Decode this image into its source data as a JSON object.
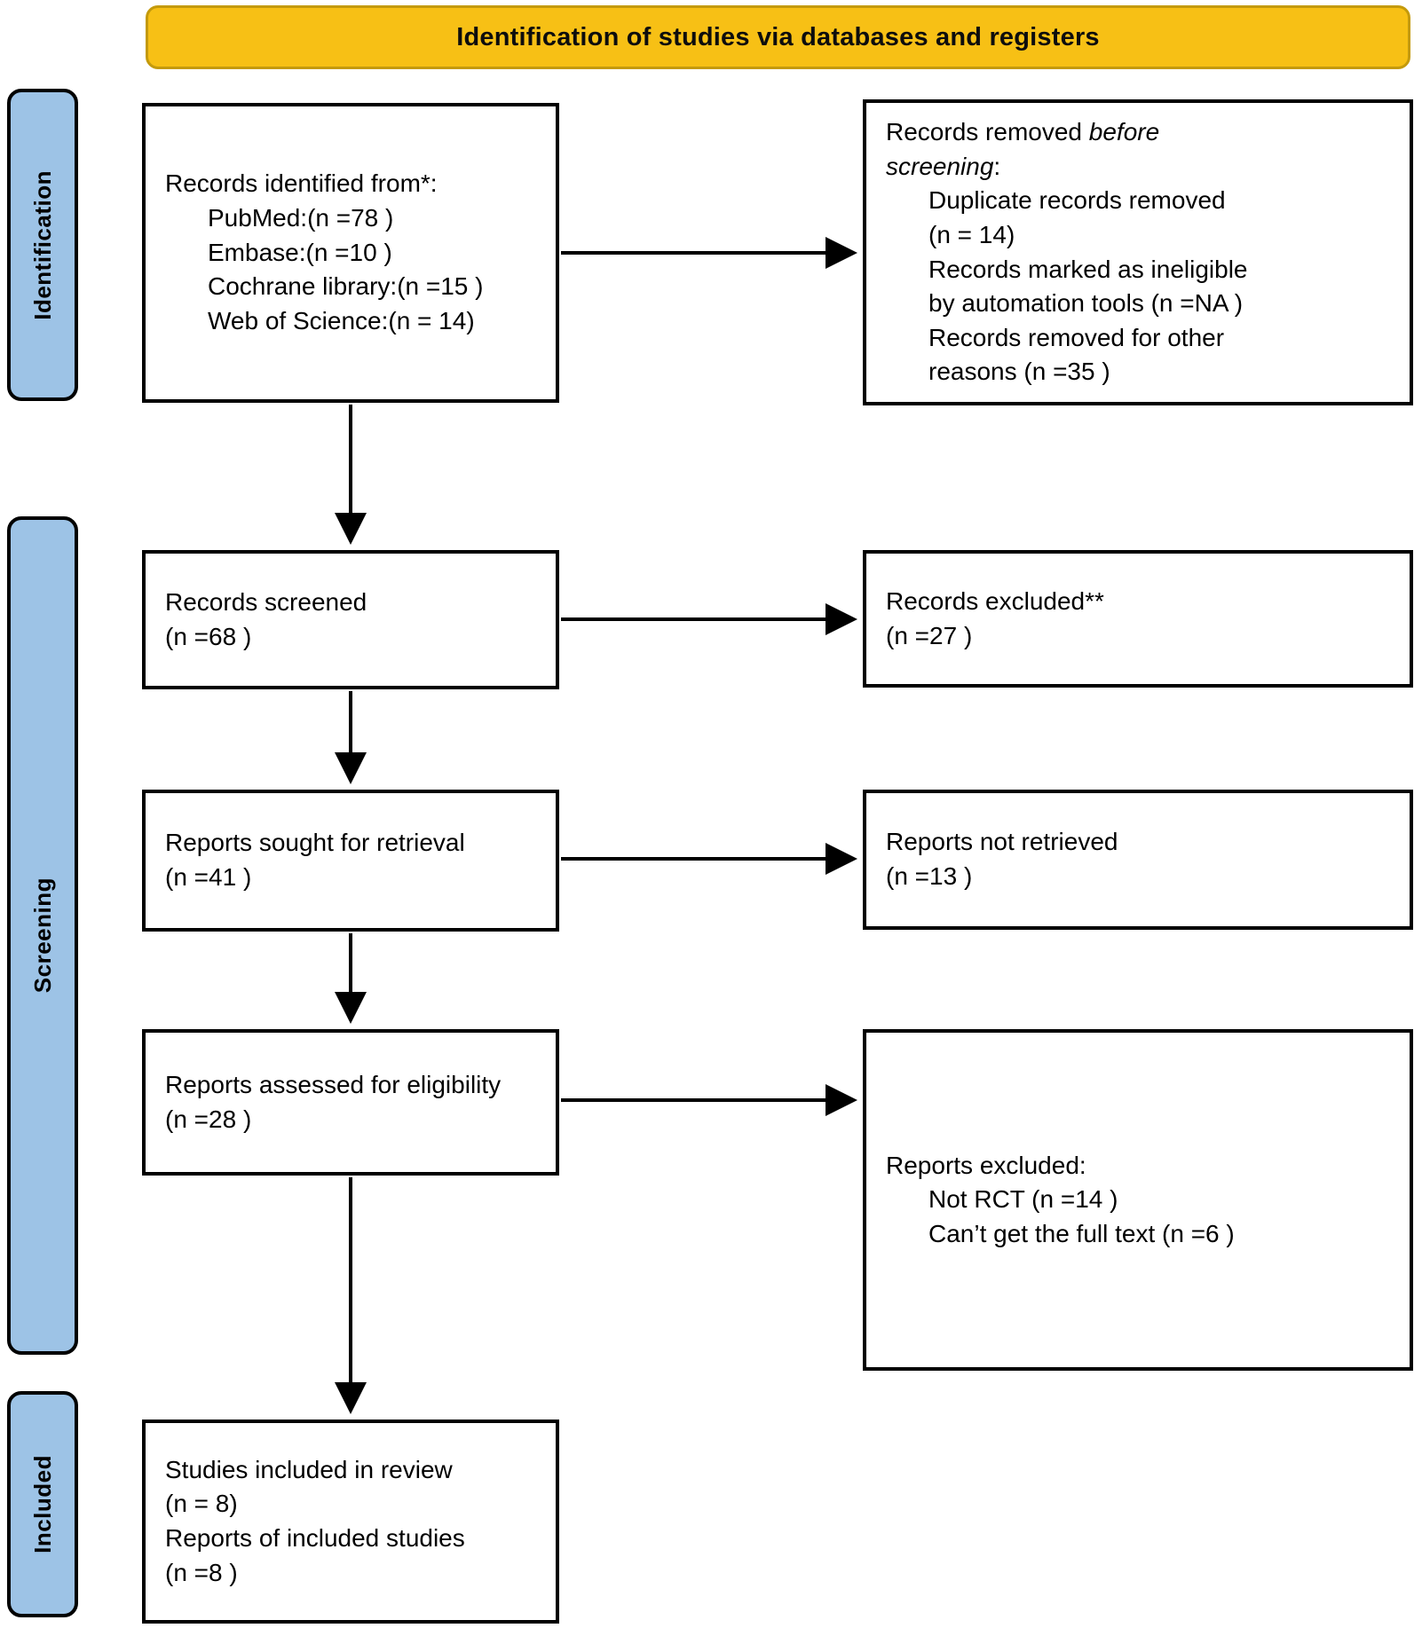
{
  "header": {
    "title": "Identification of studies via databases and registers",
    "bg_color": "#F7C015",
    "border_color": "#C49A0B"
  },
  "stages": [
    {
      "id": "identification",
      "label": "Identification",
      "bg_color": "#9DC3E6"
    },
    {
      "id": "screening",
      "label": "Screening",
      "bg_color": "#9DC3E6"
    },
    {
      "id": "included",
      "label": "Included",
      "bg_color": "#9DC3E6"
    }
  ],
  "boxes": {
    "identified": {
      "l1": "Records identified from*:",
      "l2": "PubMed:(n =78 )",
      "l3": "Embase:(n =10 )",
      "l4": "Cochrane library:(n =15 )",
      "l5": "Web of Science:(n = 14)"
    },
    "removed": {
      "l1a": "Records removed ",
      "l1b": "before",
      "l2a": "screening",
      "l2b": ":",
      "l3": "Duplicate records removed",
      "l4": "(n = 14)",
      "l5": "Records marked as ineligible",
      "l6": "by automation tools (n =NA )",
      "l7": "Records removed for other",
      "l8": "reasons (n =35 )"
    },
    "screened": {
      "l1": "Records screened",
      "l2": "(n =68 )"
    },
    "excluded_records": {
      "l1": "Records excluded**",
      "l2": "(n =27 )"
    },
    "sought": {
      "l1": "Reports sought for retrieval",
      "l2": "(n =41 )"
    },
    "not_retrieved": {
      "l1": "Reports not retrieved",
      "l2": "(n =13 )"
    },
    "assessed": {
      "l1": "Reports assessed for eligibility",
      "l2": "(n =28 )"
    },
    "excluded_reports": {
      "l1": "Reports excluded:",
      "l2": "Not RCT (n =14 )",
      "l3": "Can’t get the full text (n =6 )"
    },
    "included": {
      "l1": "Studies included in review",
      "l2": "(n = 8)",
      "l3": "Reports of included studies",
      "l4": "(n =8 )"
    }
  },
  "chart_data": {
    "type": "diagram",
    "title": "Identification of studies via databases and registers",
    "nodes": [
      {
        "id": "identified",
        "stage": "Identification",
        "column": "left",
        "counts": {
          "PubMed": 78,
          "Embase": 10,
          "Cochrane library": 15,
          "Web of Science": 14
        }
      },
      {
        "id": "removed",
        "stage": "Identification",
        "column": "right",
        "counts": {
          "Duplicate records removed": 14,
          "Records marked as ineligible by automation tools": "NA",
          "Records removed for other reasons": 35
        }
      },
      {
        "id": "screened",
        "stage": "Screening",
        "column": "left",
        "n": 68
      },
      {
        "id": "excluded_records",
        "stage": "Screening",
        "column": "right",
        "n": 27
      },
      {
        "id": "sought",
        "stage": "Screening",
        "column": "left",
        "n": 41
      },
      {
        "id": "not_retrieved",
        "stage": "Screening",
        "column": "right",
        "n": 13
      },
      {
        "id": "assessed",
        "stage": "Screening",
        "column": "left",
        "n": 28
      },
      {
        "id": "excluded_reports",
        "stage": "Screening",
        "column": "right",
        "counts": {
          "Not RCT": 14,
          "Can’t get the full text": 6
        }
      },
      {
        "id": "included_studies",
        "stage": "Included",
        "column": "left",
        "counts": {
          "Studies included in review": 8,
          "Reports of included studies": 8
        }
      }
    ],
    "edges": [
      {
        "from": "identified",
        "to": "removed",
        "direction": "right"
      },
      {
        "from": "identified",
        "to": "screened",
        "direction": "down"
      },
      {
        "from": "screened",
        "to": "excluded_records",
        "direction": "right"
      },
      {
        "from": "screened",
        "to": "sought",
        "direction": "down"
      },
      {
        "from": "sought",
        "to": "not_retrieved",
        "direction": "right"
      },
      {
        "from": "sought",
        "to": "assessed",
        "direction": "down"
      },
      {
        "from": "assessed",
        "to": "excluded_reports",
        "direction": "right"
      },
      {
        "from": "assessed",
        "to": "included_studies",
        "direction": "down"
      }
    ]
  }
}
